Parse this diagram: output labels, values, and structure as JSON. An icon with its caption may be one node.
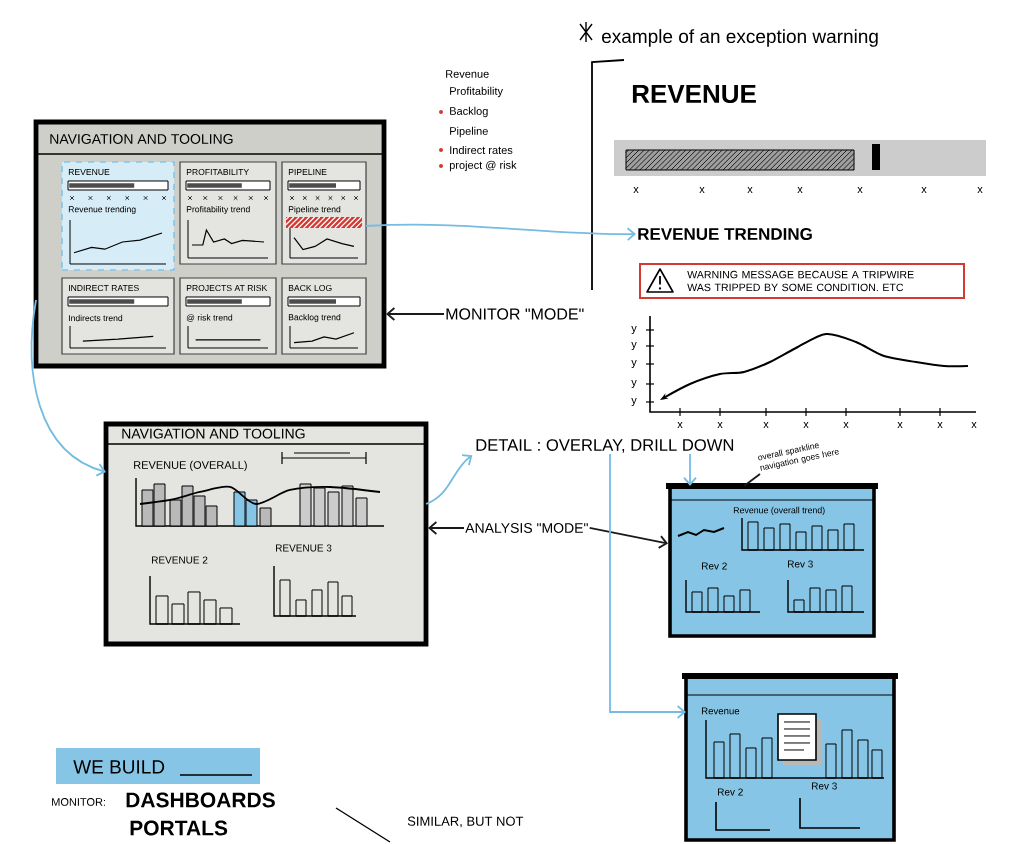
{
  "diagram": {
    "nodes": [
      {
        "text": [
          "NAVIGATION AND TOOLING"
        ]
      },
      {
        "text": [
          "REVENUE",
          "Revenue trending"
        ],
        "in": 0
      },
      {
        "text": [
          "PROFITABILITY",
          "Profitability trend"
        ],
        "in": 0
      },
      {
        "text": [
          "PIPELINE",
          "Pipeline trend"
        ],
        "in": 0
      },
      {
        "text": [
          "INDIRECT RATES",
          "Indirects trend"
        ],
        "in": 0
      },
      {
        "text": [
          "PROJECTS AT RISK",
          "@ risk trend"
        ],
        "in": 0
      },
      {
        "text": [
          "BACK LOG",
          "Backlog trend"
        ],
        "in": 0
      },
      {
        "text": [
          "REVENUE TRENDING"
        ]
      },
      {
        "text": [
          "WARNING MESSAGE BECAUSE A TRIPWIRE WAS TRIPPED BY SOME CONDITION. ETC"
        ]
      },
      {
        "text": [
          "MONITOR \"MODE\""
        ]
      },
      {
        "text": [
          "NAVIGATION AND TOOLING",
          "REVENUE (OVERALL)",
          "REVENUE 2",
          "REVENUE 3"
        ]
      },
      {
        "text": [
          "DETAIL : OVERLAY, DRILL DOWN"
        ]
      },
      {
        "text": [
          "ANALYSIS \"MODE\""
        ]
      },
      {
        "text": [
          "overall sparkline navigation goes here"
        ]
      },
      {
        "text": [
          "Revenue (overall trend)",
          "Rev 2",
          "Rev 3"
        ]
      },
      {
        "text": [
          "Revenue",
          "Rev 2",
          "Rev 3"
        ]
      },
      {
        "text": [
          "WE BUILD"
        ]
      }
    ],
    "edges": [
      {
        "from": 3,
        "to": 7,
        "arrow": "to"
      },
      {
        "from": 9,
        "to": 0,
        "arrow": "to",
        "color": "#1a1a1a"
      },
      {
        "from": 0,
        "to": 10,
        "arrow": "to"
      },
      {
        "from": 10,
        "to": 11,
        "arrow": "to"
      },
      {
        "from": 12,
        "to": 10,
        "arrow": "to",
        "color": "#1a1a1a"
      },
      {
        "from": 12,
        "to": 14,
        "arrow": "to",
        "color": "#1a1a1a"
      },
      {
        "from": 11,
        "to": 14,
        "arrow": "to"
      },
      {
        "from": 11,
        "to": 15,
        "arrow": "to"
      },
      {
        "from": 13,
        "to": 14,
        "arrow": "none",
        "color": "#1a1a1a"
      }
    ],
    "labels": [
      "example of an exception warning",
      "Revenue",
      "Profitability",
      "Backlog",
      "Pipeline",
      "Indirect rates",
      "project @ risk",
      "REVENUE",
      "x",
      "x",
      "x",
      "x",
      "x",
      "x",
      "x",
      "y",
      "y",
      "y",
      "y",
      "y",
      "x",
      "x",
      "x",
      "x",
      "x",
      "x",
      "x",
      "x",
      "MONITOR:",
      "DASHBOARDS",
      "PORTALS",
      "SIMILAR, BUT NOT"
    ]
  }
}
